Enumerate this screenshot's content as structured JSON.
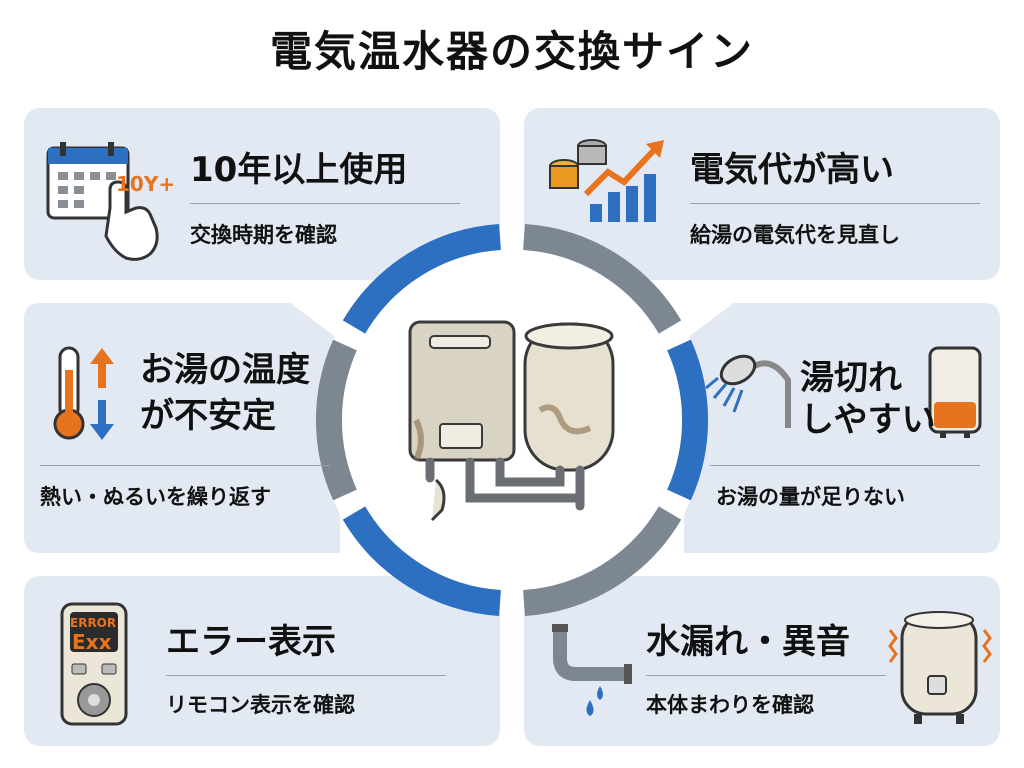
{
  "title": "電気温水器の交換サイン",
  "cards": {
    "age": {
      "heading": "10年以上使用",
      "sub": "交換時期を確認",
      "badge": "10Y+"
    },
    "cost": {
      "heading": "電気代が高い",
      "sub": "給湯の電気代を見直し"
    },
    "temp": {
      "heading_line1": "お湯の温度",
      "heading_line2": "が不安定",
      "sub": "熱い・ぬるいを繰り返す"
    },
    "shortage": {
      "heading_line1": "湯切れ",
      "heading_line2": "しやすい",
      "sub": "お湯の量が足りない"
    },
    "error": {
      "heading": "エラー表示",
      "sub": "リモコン表示を確認",
      "display_line1": "ERROR",
      "display_line2": "Exx"
    },
    "leak": {
      "heading": "水漏れ・異音",
      "sub": "本体まわりを確認"
    }
  },
  "colors": {
    "card_bg": "#e2e9f3",
    "ring_blue": "#2d6fc0",
    "ring_gray": "#7d8791",
    "accent_orange": "#e8731f"
  }
}
